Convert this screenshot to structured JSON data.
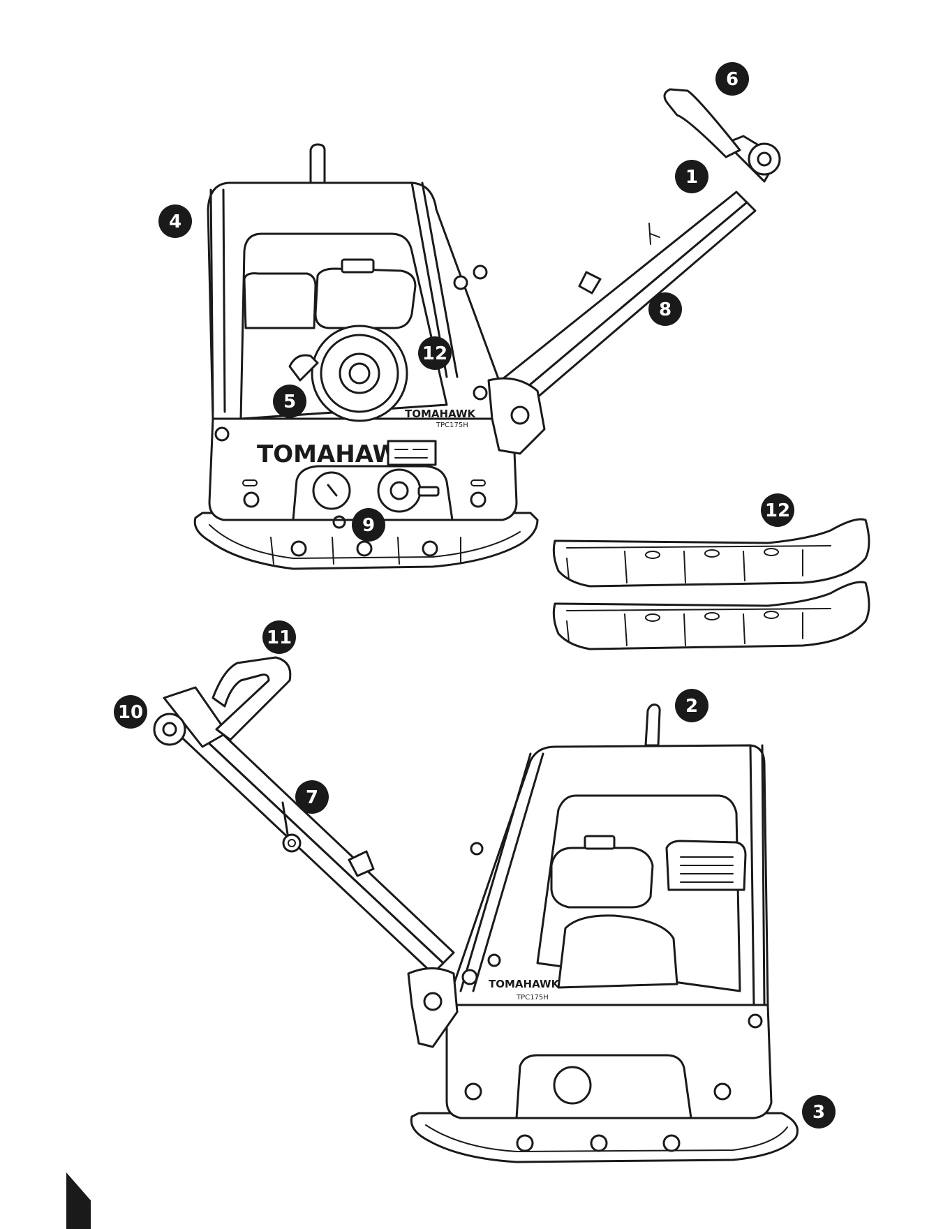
{
  "machine": {
    "brand_large": "TOMAHAWK",
    "brand_small": "TOMAHAWK",
    "model": "TPC175H"
  },
  "callouts": [
    "1",
    "2",
    "3",
    "4",
    "5",
    "6",
    "7",
    "8",
    "9",
    "10",
    "11",
    "12"
  ],
  "colors": {
    "ink": "#1a1a1a",
    "paper": "#ffffff"
  }
}
